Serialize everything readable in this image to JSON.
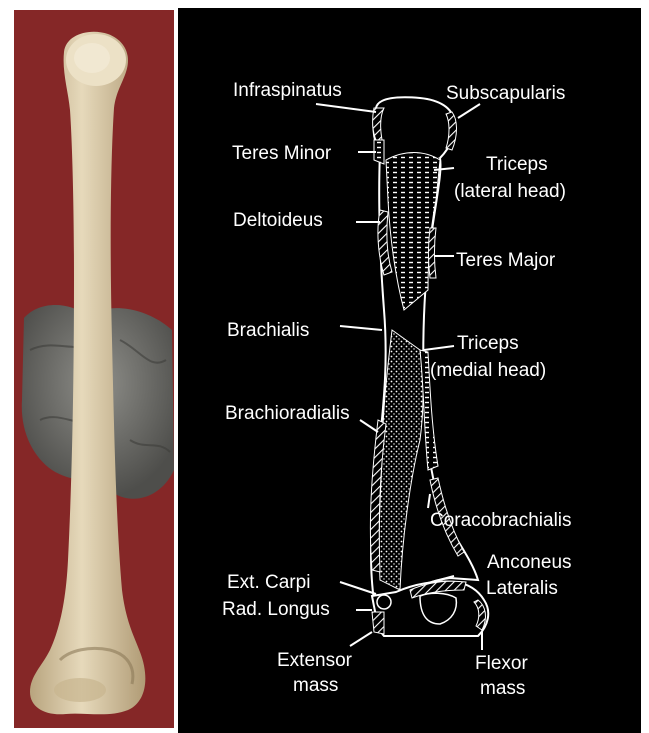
{
  "colors": {
    "photo_background": "#8c2a2a",
    "bone": "#d9c9a6",
    "diagram_background": "#000000",
    "line_art": "#ffffff"
  },
  "labels": {
    "infraspinatus": "Infraspinatus",
    "subscapularis": "Subscapularis",
    "teres_minor": "Teres Minor",
    "triceps_lateral_1": "Triceps",
    "triceps_lateral_2": "(lateral head)",
    "deltoideus": "Deltoideus",
    "teres_major": "Teres Major",
    "brachialis": "Brachialis",
    "triceps_medial_1": "Triceps",
    "triceps_medial_2": "(medial head)",
    "brachioradialis": "Brachioradialis",
    "coracobrachialis": "Coracobrachialis",
    "anconeus_1": "Anconeus",
    "anconeus_2": "Lateralis",
    "ext_carpi_1": "Ext. Carpi",
    "ext_carpi_2": "Rad. Longus",
    "extensor_1": "Extensor",
    "extensor_2": "mass",
    "flexor_1": "Flexor",
    "flexor_2": "mass"
  }
}
